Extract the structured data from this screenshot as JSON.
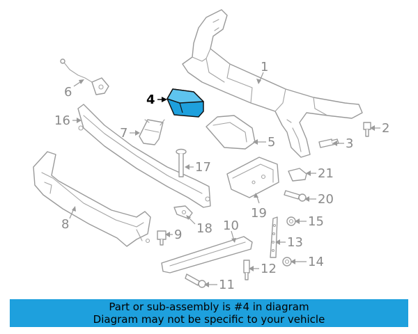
{
  "diagram": {
    "callouts": {
      "p1": "1",
      "p2": "2",
      "p3": "3",
      "p4": "4",
      "p5": "5",
      "p6": "6",
      "p7": "7",
      "p8": "8",
      "p9": "9",
      "p10": "10",
      "p11": "11",
      "p12": "12",
      "p13": "13",
      "p14": "14",
      "p15": "15",
      "p16": "16",
      "p17": "17",
      "p18": "18",
      "p19": "19",
      "p20": "20",
      "p21": "21"
    },
    "highlighted_part": "4",
    "highlight_color": "#1ea0dd"
  },
  "footer": {
    "line1": "Part or sub-assembly is #4 in diagram",
    "line2": "Diagram may not be specific to your vehicle",
    "background_color": "#1ea0dd"
  }
}
